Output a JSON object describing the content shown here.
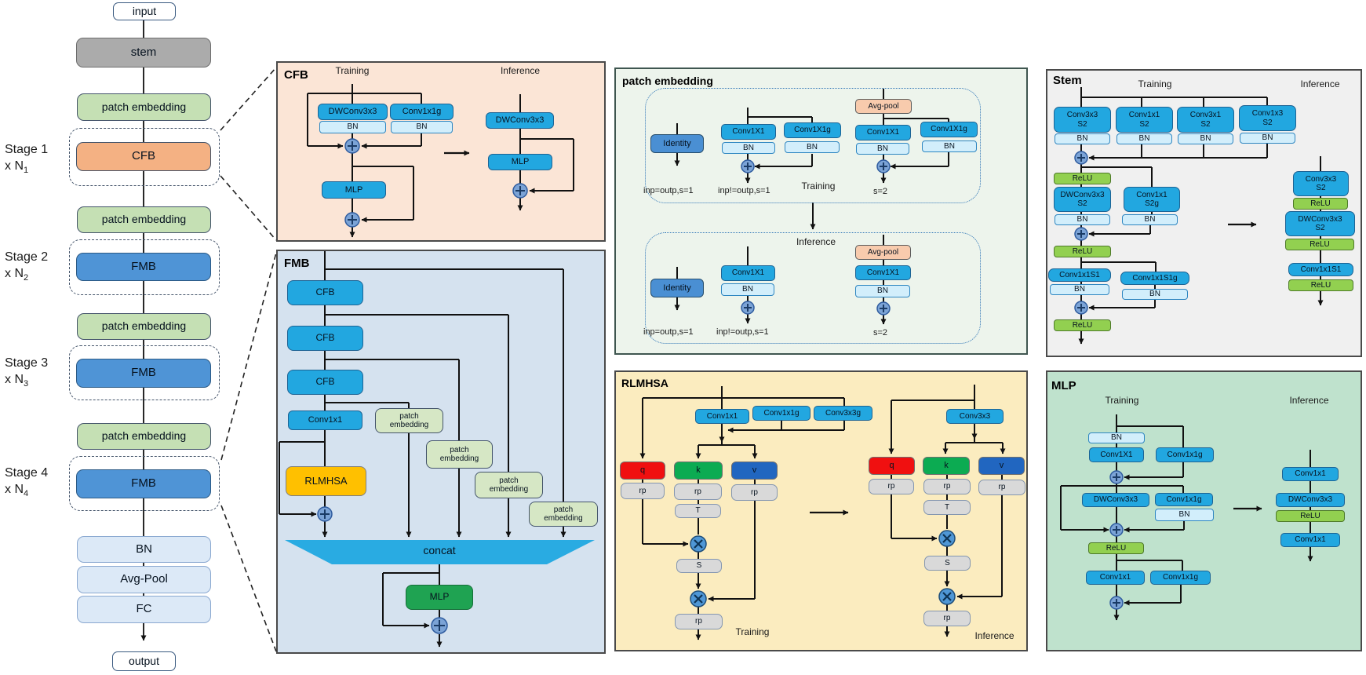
{
  "colors": {
    "conv_cyan": "#22a7e0",
    "bn_pale": "#d2eefb",
    "relu_green": "#92d050",
    "mlp_green": "#1fa352",
    "rlmhsa_yellow": "#ffc000",
    "q_red": "#f01010",
    "k_green": "#0cab52",
    "v_blue": "#2166c0",
    "gray_op": "#d9d9d9",
    "plus_fill": "#7ba3d6",
    "times_fill": "#4f97d6",
    "identity_blue": "#4a8fd3",
    "avgpool_peach": "#f8cbad",
    "stage_cfb_orange": "#f4b183",
    "stage_fmb_blue": "#4f94d6",
    "pe_green": "#c5e0b4",
    "pe_green_light": "#d6e7c5",
    "stem_gray": "#ababab",
    "head_lightblue": "#dce9f7",
    "panel_cfb_bg": "#fbe5d6",
    "panel_fmb_bg": "#d5e2ef",
    "panel_pe_bg": "#edf4ec",
    "panel_stem_bg": "#f0f0f0",
    "panel_rlmhsa_bg": "#fbecbf",
    "panel_mlp_bg": "#bfe2cd",
    "concat_blue": "#29abe2"
  },
  "left_column": {
    "input": "input",
    "stem": "stem",
    "patch_embedding": "patch embedding",
    "stages": [
      {
        "name": "Stage 1",
        "mult": "x N",
        "sub": "1",
        "block": "CFB"
      },
      {
        "name": "Stage 2",
        "mult": "x N",
        "sub": "2",
        "block": "FMB"
      },
      {
        "name": "Stage 3",
        "mult": "x N",
        "sub": "3",
        "block": "FMB"
      },
      {
        "name": "Stage 4",
        "mult": "x N",
        "sub": "4",
        "block": "FMB"
      }
    ],
    "bn": "BN",
    "avg_pool": "Avg-Pool",
    "fc": "FC",
    "output": "output"
  },
  "common": {
    "bn": "BN",
    "relu": "ReLU",
    "training": "Training",
    "inference": "Inference",
    "mlp": "MLP",
    "rp": "rp",
    "t": "T",
    "s": "S"
  },
  "cfb": {
    "title": "CFB",
    "dwconv": "DWConv3x3",
    "conv1x1g": "Conv1x1g"
  },
  "fmb": {
    "title": "FMB",
    "cfb": "CFB",
    "conv1x1": "Conv1x1",
    "rlmhsa": "RLMHSA",
    "pe_line1": "patch",
    "pe_line2": "embedding",
    "concat": "concat"
  },
  "pe": {
    "title": "patch embedding",
    "identity": "Identity",
    "conv1x1": "Conv1X1",
    "conv1x1g": "Conv1X1g",
    "avgpool": "Avg-pool",
    "cap_eq": "inp=outp,s=1",
    "cap_neq": "inp!=outp,s=1",
    "cap_s2": "s=2"
  },
  "stem": {
    "title": "Stem",
    "convs": [
      [
        "Conv3x3",
        "S2"
      ],
      [
        "Conv1x1",
        "S2"
      ],
      [
        "Conv3x1",
        "S2"
      ],
      [
        "Conv1x3",
        "S2"
      ]
    ],
    "dwconv": [
      "DWConv3x3",
      "S2"
    ],
    "conv1x1s2g": [
      "Conv1x1",
      "S2g"
    ],
    "conv1x1s1": "Conv1x1S1",
    "conv1x1s1g": "Conv1x1S1g",
    "inf_conv3x3": [
      "Conv3x3",
      "S2"
    ]
  },
  "rlmhsa": {
    "title": "RLMHSA",
    "conv1x1": "Conv1x1",
    "conv1x1g": "Conv1x1g",
    "conv3x3g": "Conv3x3g",
    "conv3x3": "Conv3x3",
    "q": "q",
    "k": "k",
    "v": "v"
  },
  "mlp": {
    "title": "MLP",
    "conv1X1": "Conv1X1",
    "conv1x1": "Conv1x1",
    "conv1x1g": "Conv1x1g",
    "dwconv": "DWConv3x3"
  }
}
